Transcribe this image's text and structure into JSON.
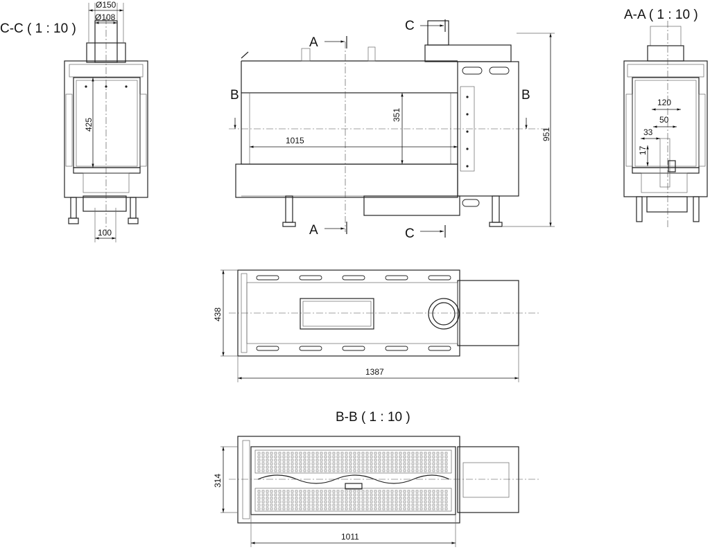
{
  "titles": {
    "cc": "C-C ( 1 : 10 )",
    "aa": "A-A ( 1 : 10 )",
    "bb": "B-B ( 1 : 10 )"
  },
  "cut_letters": {
    "a": "A",
    "b": "B",
    "c": "C"
  },
  "dimensions": {
    "d150": "Ø150",
    "d108": "Ø108",
    "d425": "425",
    "d100": "100",
    "d351": "351",
    "d1015": "1015",
    "d951": "951",
    "d120": "120",
    "d50": "50",
    "d33": "33",
    "d17": "17",
    "d438": "438",
    "d1387": "1387",
    "d314": "314",
    "d1011": "1011"
  }
}
